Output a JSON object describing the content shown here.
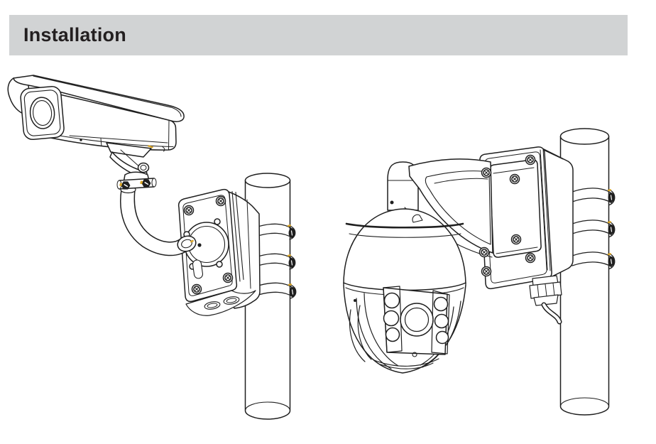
{
  "header": {
    "title": "Installation",
    "bg_color": "#d1d3d4",
    "text_color": "#231f20"
  },
  "figures": {
    "left": {
      "name": "bullet-camera-pole-mount",
      "parts": [
        "bullet-camera",
        "sunshield",
        "lens",
        "gooseneck-bracket",
        "junction-box",
        "round-mount-plate",
        "pole",
        "pole-straps"
      ]
    },
    "right": {
      "name": "ptz-dome-camera-pole-mount",
      "parts": [
        "ptz-dome-camera",
        "ir-illuminators",
        "lens",
        "wall-mount-bracket",
        "junction-box",
        "cable-gland",
        "cable",
        "pole",
        "pole-straps"
      ]
    }
  },
  "colors": {
    "line": "#1f1f1f",
    "accent_yellow": "#d9a526",
    "paper": "#ffffff"
  }
}
